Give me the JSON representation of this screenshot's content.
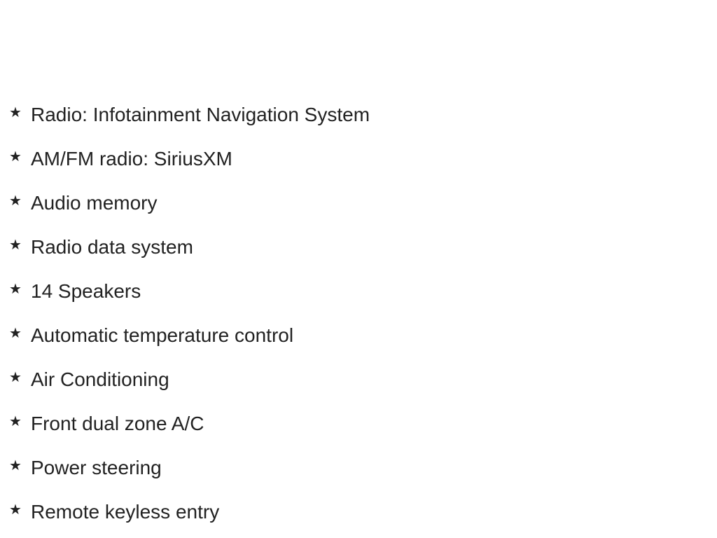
{
  "bullet_icon": "star-icon",
  "bullet_glyph": "★",
  "features": [
    "Radio: Infotainment Navigation System",
    "AM/FM radio: SiriusXM",
    "Audio memory",
    "Radio data system",
    "14 Speakers",
    "Automatic temperature control",
    "Air Conditioning",
    "Front dual zone A/C",
    "Power steering",
    "Remote keyless entry"
  ]
}
